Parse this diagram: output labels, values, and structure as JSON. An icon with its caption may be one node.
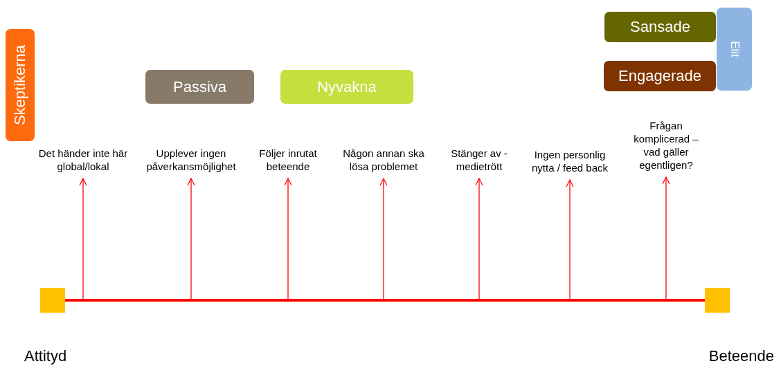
{
  "diagram": {
    "nodes": [
      {
        "text": [
          "Skeptikerna"
        ]
      },
      {
        "text": [
          "Passiva"
        ]
      },
      {
        "text": [
          "Nyvakna"
        ]
      },
      {
        "text": [
          "Sansade"
        ]
      },
      {
        "text": [
          "Engagerade"
        ]
      },
      {
        "text": [
          "Elit"
        ]
      },
      {
        "text": [
          "Det händer inte här global/lokal"
        ]
      },
      {
        "text": [
          "Upplever ingen påverkansmöjlighet"
        ]
      },
      {
        "text": [
          "Följer inrutat beteende"
        ]
      },
      {
        "text": [
          "Någon annan ska lösa problemet"
        ]
      },
      {
        "text": [
          "Stänger av - medietrött"
        ]
      },
      {
        "text": [
          "Ingen personlig nytta / feed back"
        ]
      },
      {
        "text": [
          "Frågan komplicerad – vad gäller egentligen?"
        ]
      },
      {
        "text": [],
        "shape": "box",
        "beside": [
          "Attityd"
        ]
      },
      {
        "text": [],
        "shape": "box",
        "beside": [
          "Beteende"
        ]
      }
    ],
    "edges": [
      {
        "from": 13,
        "to": 14,
        "arrow": "none",
        "style": "thick"
      },
      {
        "from": null,
        "to": 6,
        "arrow": "to"
      },
      {
        "from": null,
        "to": 7,
        "arrow": "to"
      },
      {
        "from": null,
        "to": 8,
        "arrow": "to"
      },
      {
        "from": null,
        "to": 9,
        "arrow": "to"
      },
      {
        "from": null,
        "to": 10,
        "arrow": "to"
      },
      {
        "from": null,
        "to": 11,
        "arrow": "to"
      },
      {
        "from": null,
        "to": 12,
        "arrow": "to"
      }
    ]
  }
}
